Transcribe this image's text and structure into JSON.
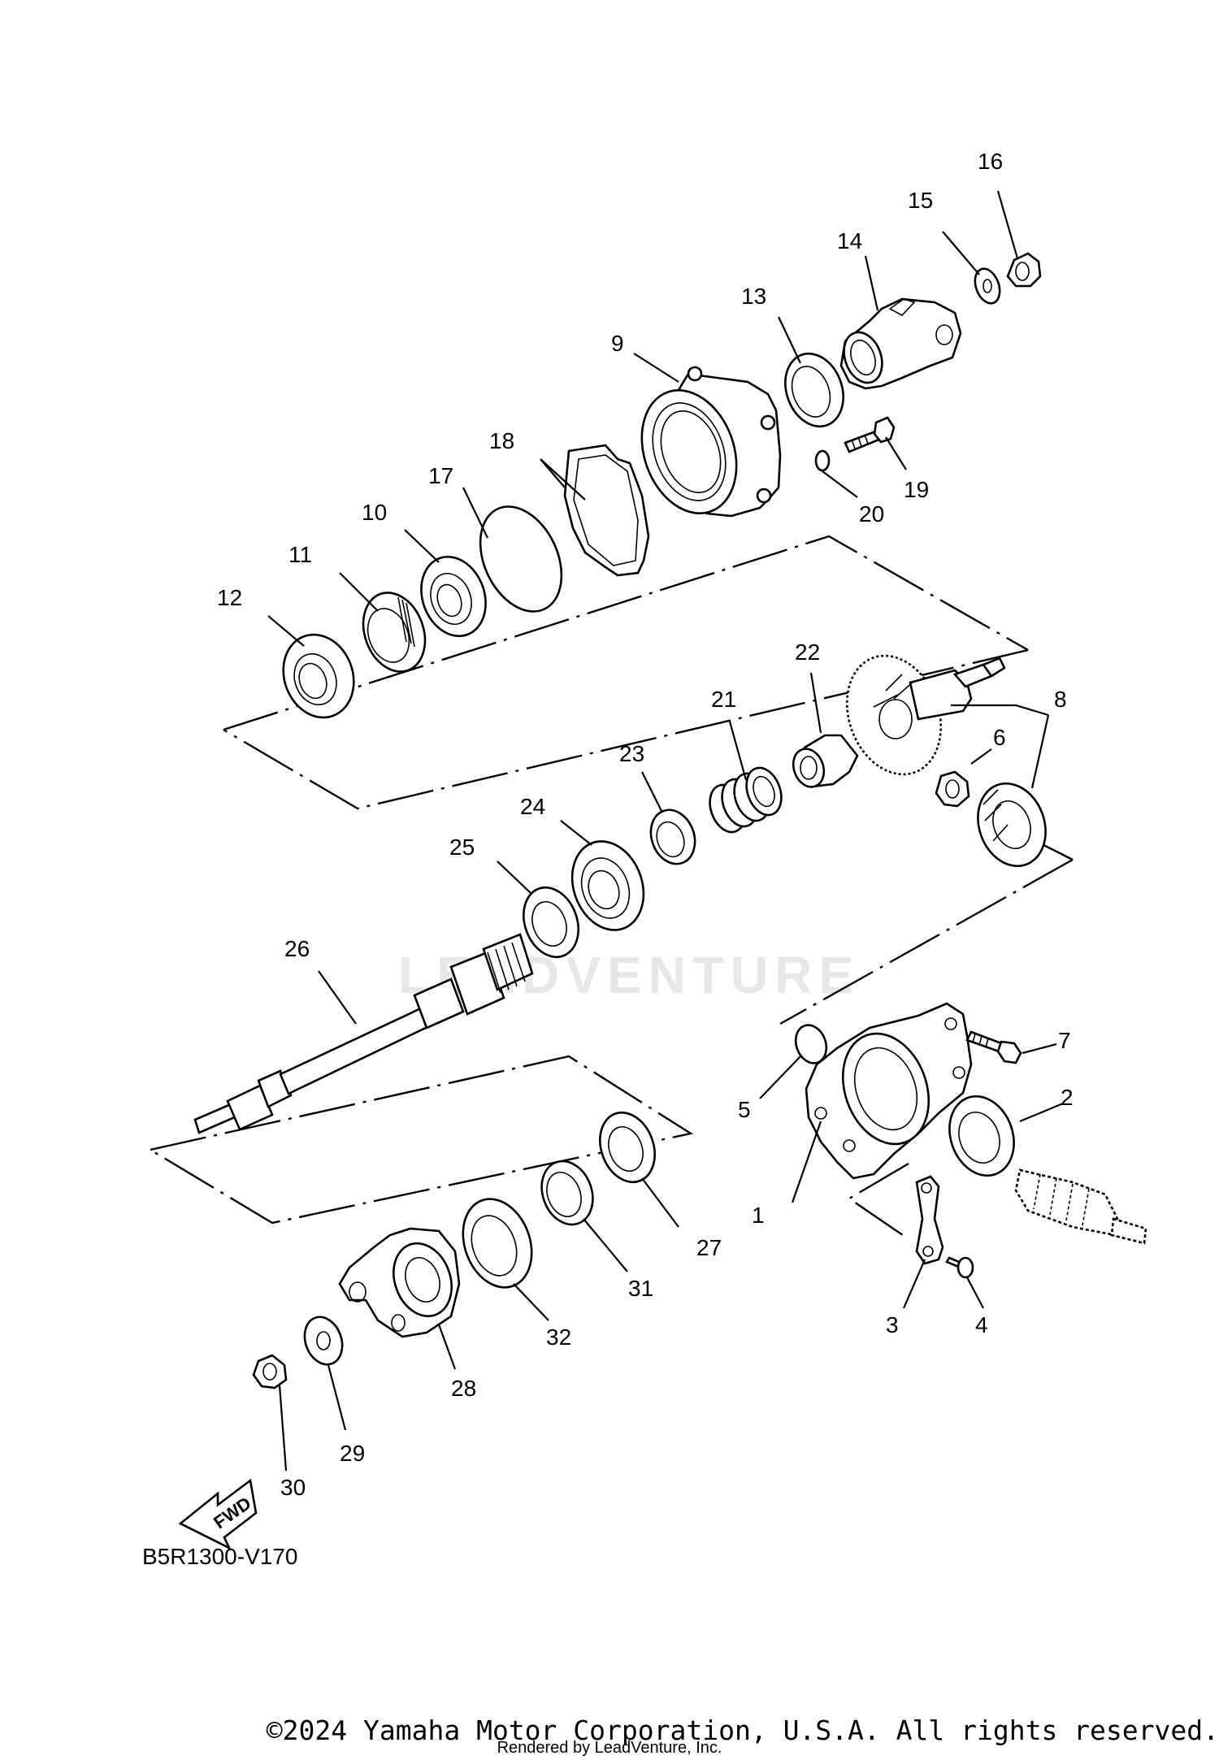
{
  "diagram": {
    "code": "B5R1300-V170",
    "fwd_label": "FWD",
    "watermark": "LEADVENTURE",
    "copyright": "©2024 Yamaha Motor Corporation, U.S.A. All rights reserved.",
    "rendered_by": "Rendered by LeadVenture, Inc.",
    "callouts": [
      "1",
      "2",
      "3",
      "4",
      "5",
      "6",
      "7",
      "8",
      "9",
      "10",
      "11",
      "12",
      "13",
      "14",
      "15",
      "16",
      "17",
      "18",
      "19",
      "20",
      "21",
      "22",
      "23",
      "24",
      "25",
      "26",
      "27",
      "28",
      "29",
      "30",
      "31",
      "32"
    ]
  }
}
